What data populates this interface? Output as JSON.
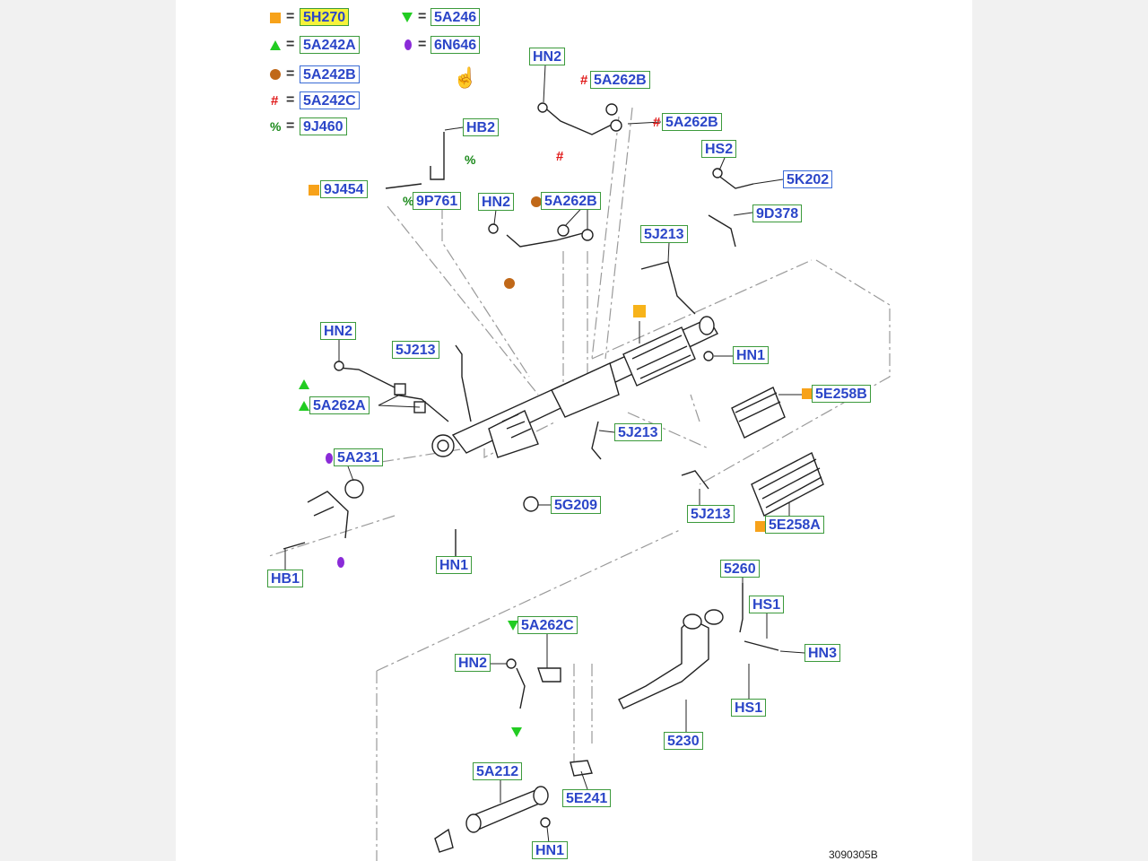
{
  "legend": {
    "eq": "=",
    "items": [
      {
        "symbol": "orange-square",
        "label": "5H270",
        "highlight": true
      },
      {
        "symbol": "green-triangle-down",
        "label": "5A246"
      },
      {
        "symbol": "green-triangle-up",
        "label": "5A242A"
      },
      {
        "symbol": "purple-diamond",
        "label": "6N646"
      },
      {
        "symbol": "brown-dot",
        "label": "5A242B"
      },
      {
        "symbol": "red-hash",
        "label": "5A242C"
      },
      {
        "symbol": "green-percent",
        "label": "9J460"
      }
    ]
  },
  "symbols": {
    "hash": "#",
    "percent": "%"
  },
  "callouts": {
    "hn2_a": "HN2",
    "c5a262b_a": "5A262B",
    "c5a262b_b": "5A262B",
    "hb2": "HB2",
    "hs2": "HS2",
    "c5k202": "5K202",
    "c9j454": "9J454",
    "c9p761": "9P761",
    "hn2_b": "HN2",
    "c5a262b_c": "5A262B",
    "c9d378": "9D378",
    "c5j213_a": "5J213",
    "hn2_c": "HN2",
    "c5j213_b": "5J213",
    "hn1_a": "HN1",
    "c5a262a": "5A262A",
    "c5e258b": "5E258B",
    "c5j213_c": "5J213",
    "c5a231": "5A231",
    "c5g209": "5G209",
    "c5j213_d": "5J213",
    "c5e258a": "5E258A",
    "hn1_b": "HN1",
    "hb1": "HB1",
    "c5260": "5260",
    "hs1_a": "HS1",
    "c5a262c": "5A262C",
    "hn3": "HN3",
    "hn2_d": "HN2",
    "hs1_b": "HS1",
    "c5230": "5230",
    "c5a212": "5A212",
    "c5e241": "5E241",
    "hn1_c": "HN1"
  },
  "doc_number": "3090305B",
  "cursor_icon": "hand-pointer-icon"
}
